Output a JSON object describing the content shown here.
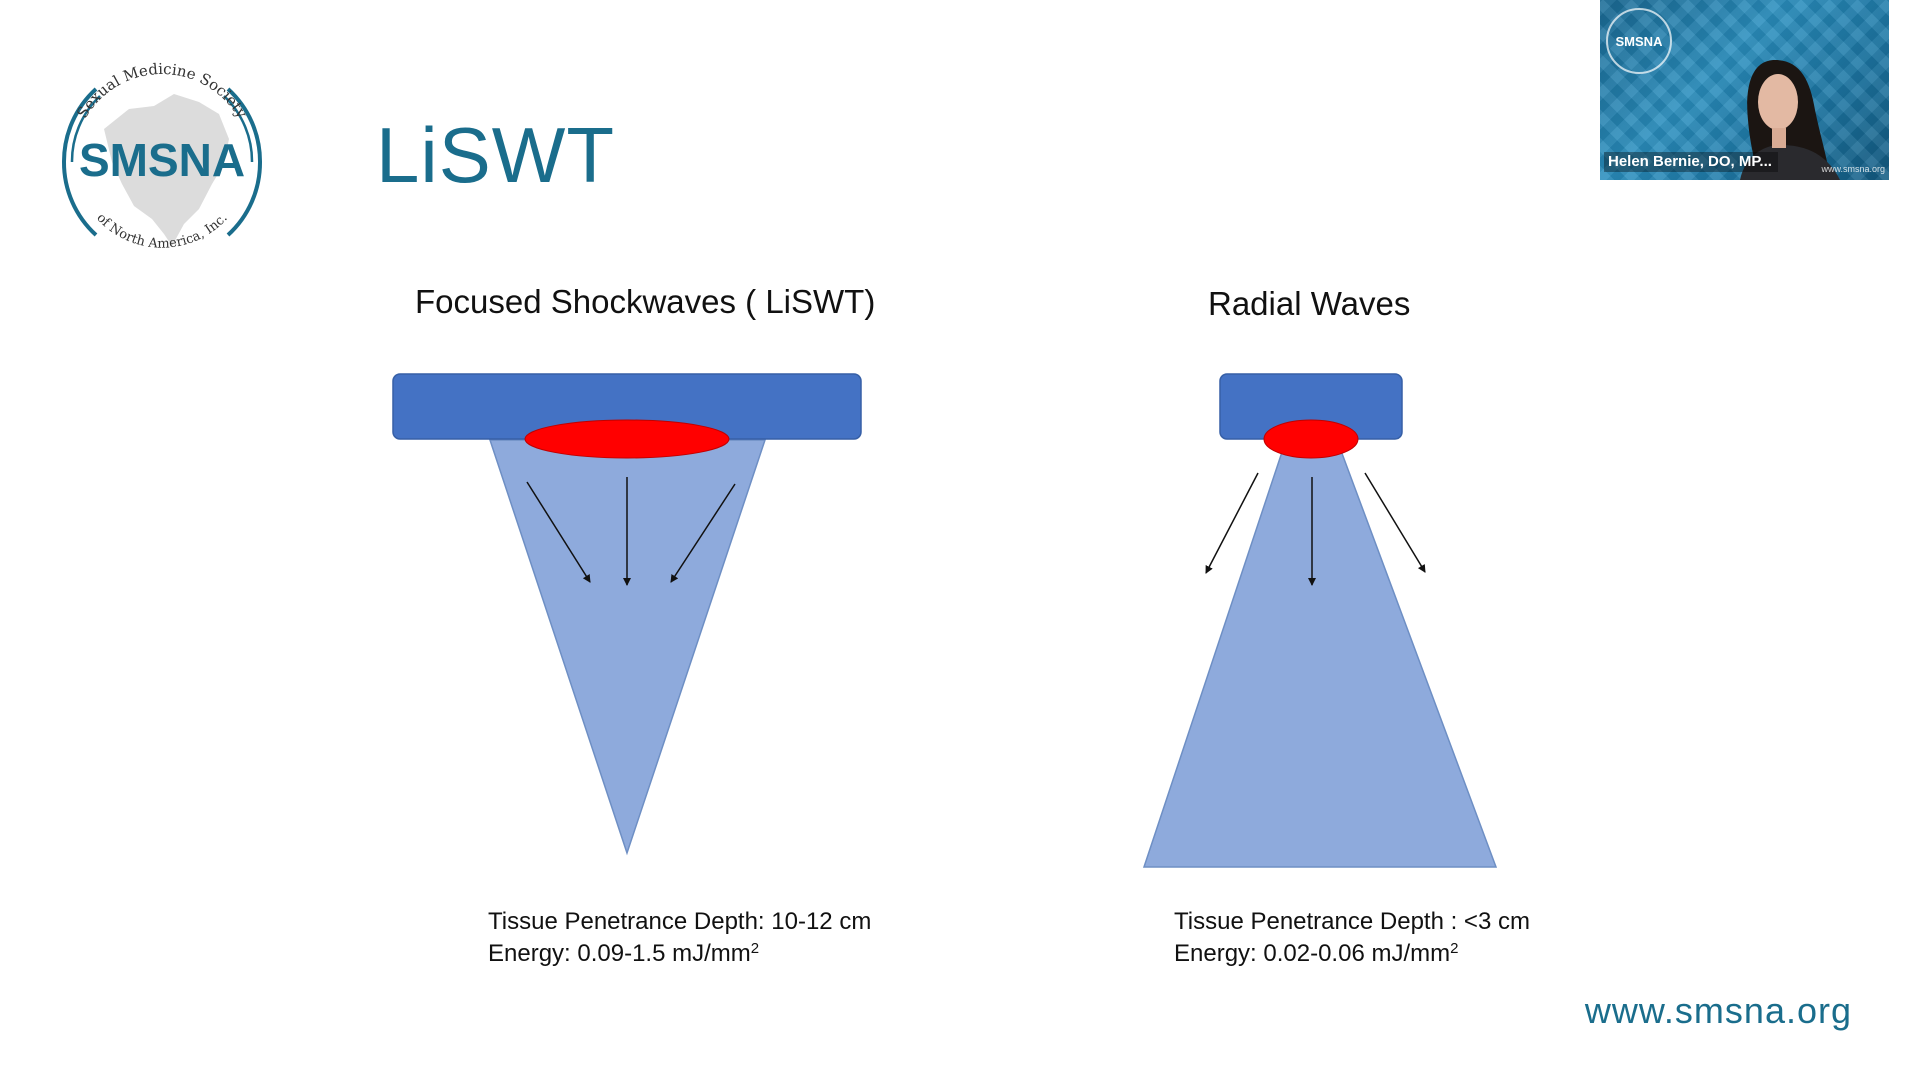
{
  "slide": {
    "title": "LiSWT",
    "logo": {
      "org_top": "Sexual Medicine Society",
      "name": "SMSNA",
      "org_bottom": "of North America, Inc."
    },
    "focused": {
      "heading": "Focused Shockwaves ( LiSWT)",
      "depth": "Tissue Penetrance Depth: 10-12 cm",
      "energy": "Energy: 0.09-1.5 mJ/mm",
      "energy_sup": "2"
    },
    "radial": {
      "heading": "Radial Waves",
      "depth": "Tissue Penetrance Depth : <3 cm",
      "energy": "Energy: 0.02-0.06 mJ/mm",
      "energy_sup": "2"
    },
    "website": "www.smsna.org"
  },
  "video_tile": {
    "participant_name": "Helen Bernie, DO, MP...",
    "badge_text": "SMSNA",
    "background_url_text": "www.smsna.org"
  },
  "colors": {
    "brand_teal": "#1a6d8c",
    "applicator_blue": "#4472c4",
    "wave_blue": "#8eaadc",
    "source_red": "#ff0000"
  }
}
